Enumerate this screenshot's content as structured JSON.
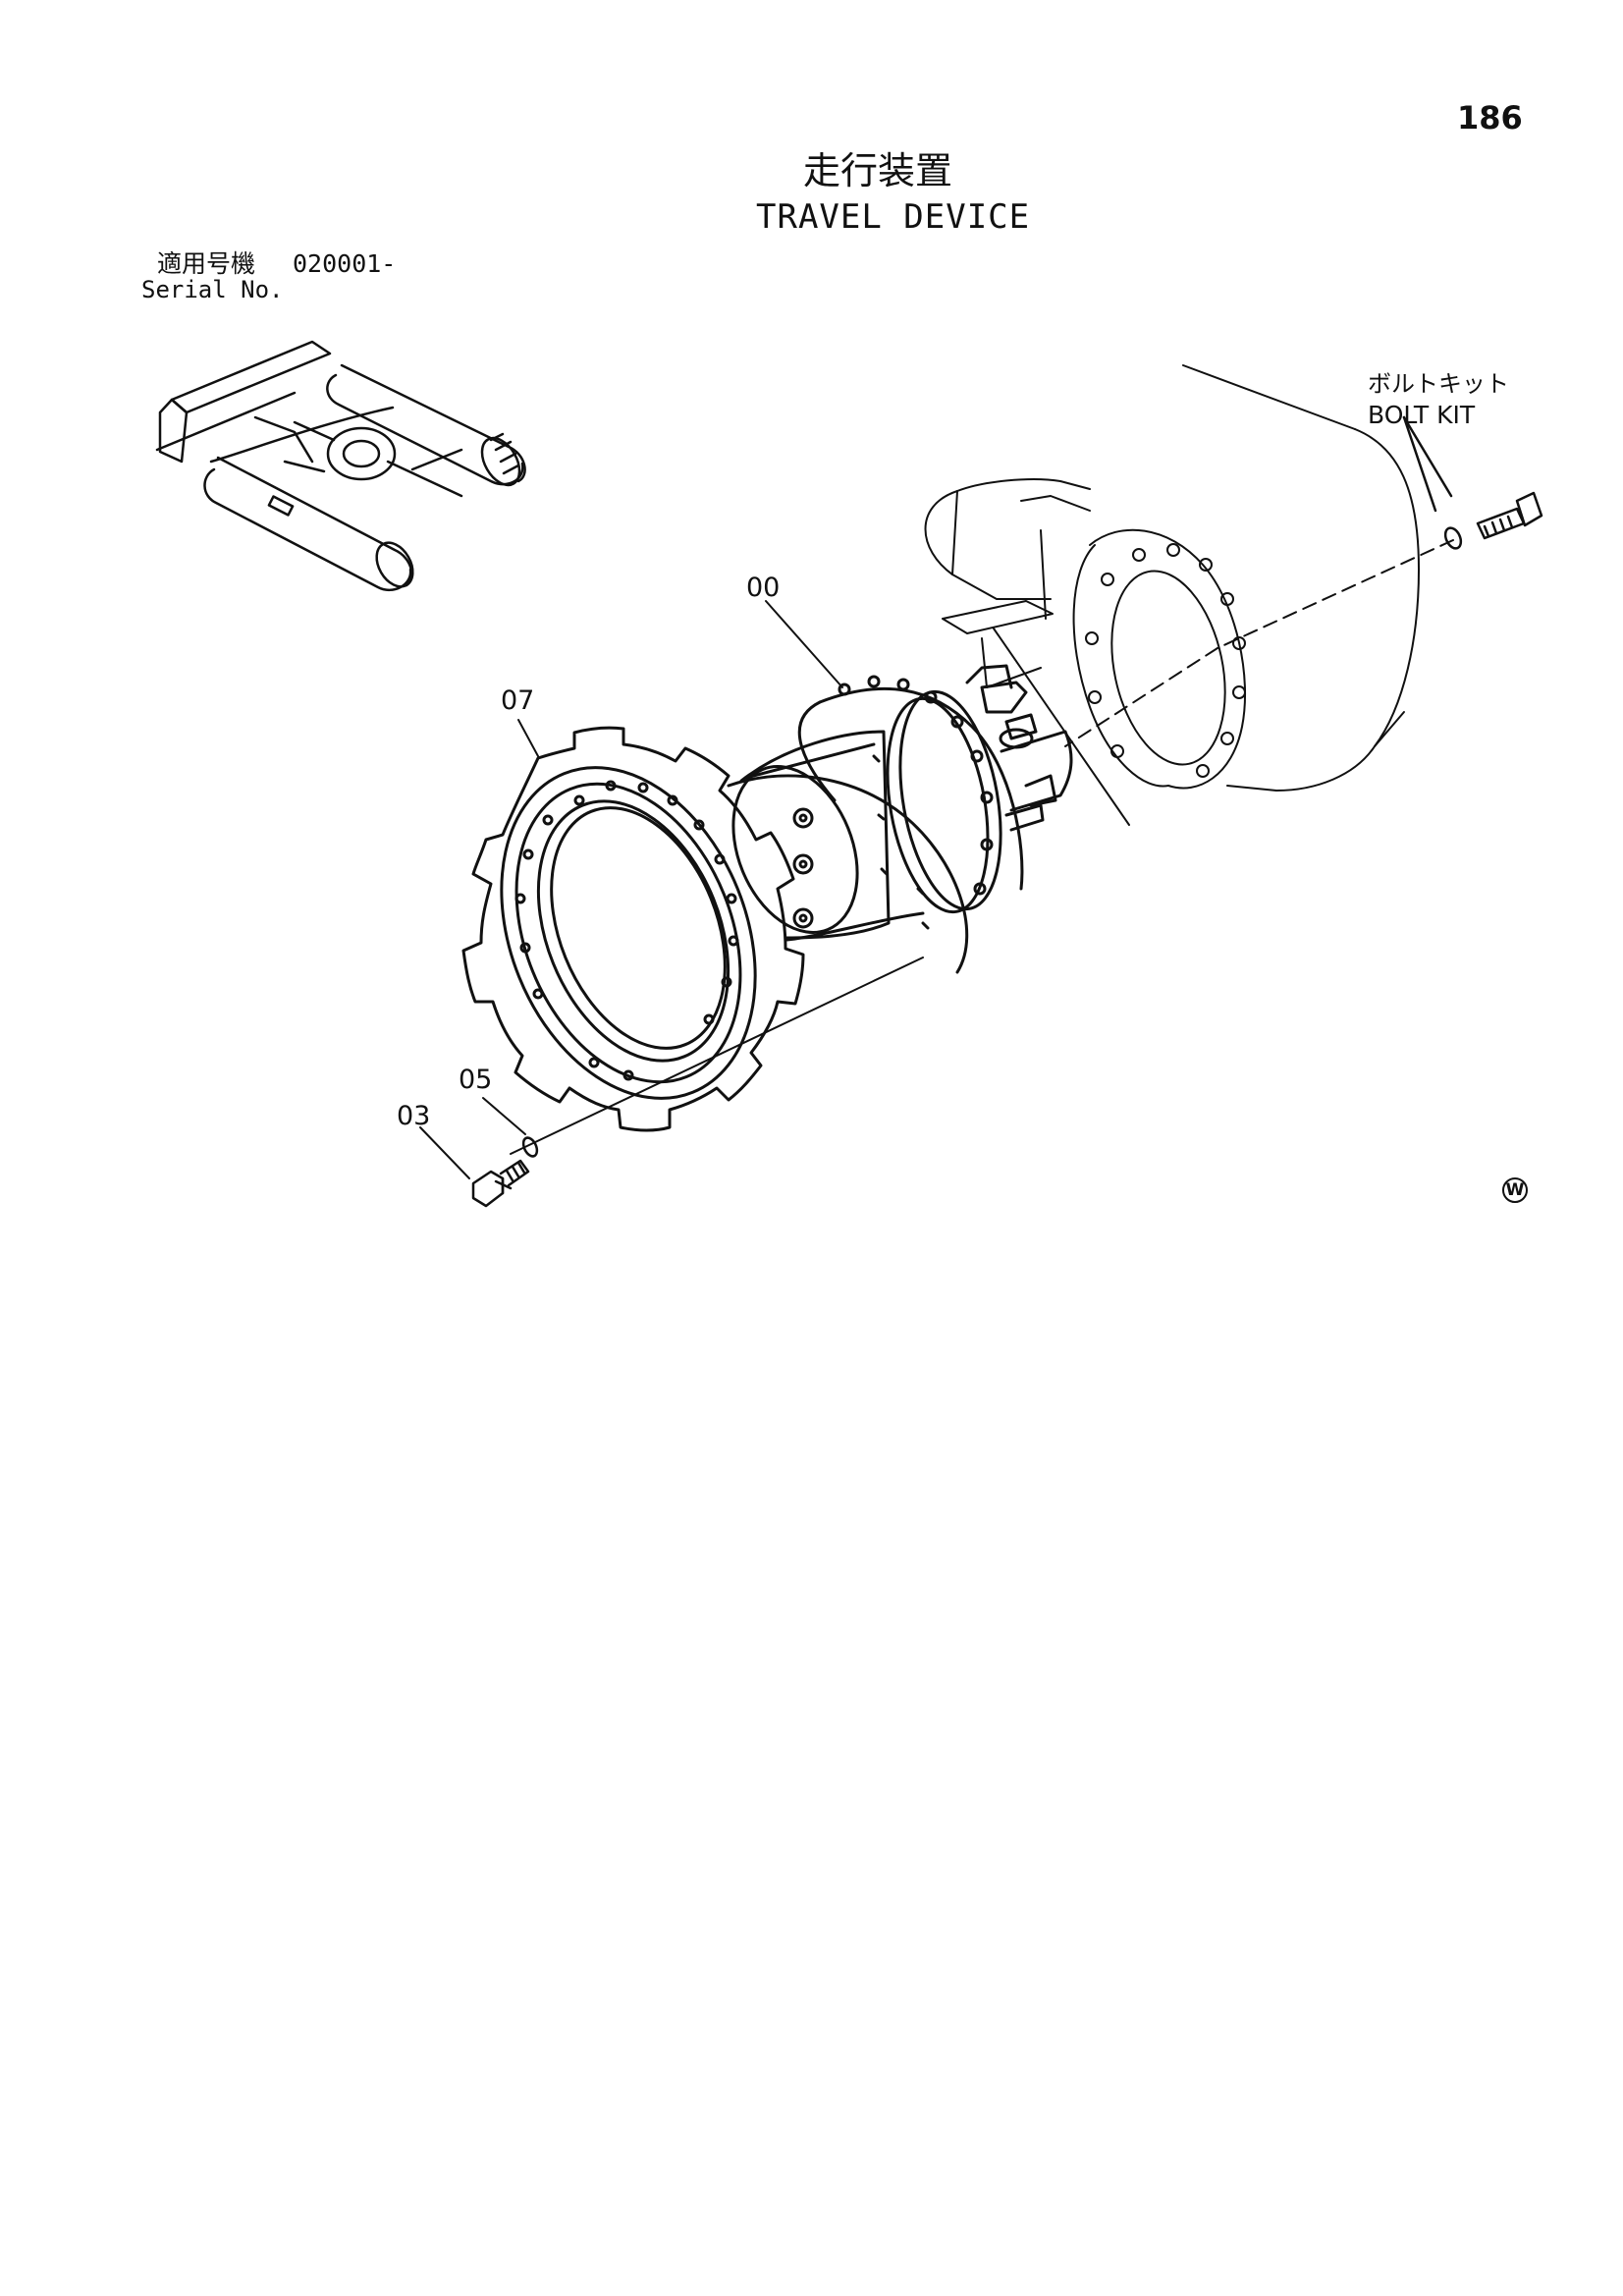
{
  "page": {
    "page_number": "186",
    "title_jp": "走行装置",
    "title_en": "TRAVEL DEVICE"
  },
  "serial": {
    "label_jp": "適用号機",
    "number": "020001-",
    "label_en": "Serial No."
  },
  "bolt_kit": {
    "label_jp": "ボルトキット",
    "label_en": "BOLT KIT"
  },
  "callouts": {
    "travel_motor": "00",
    "sprocket": "07",
    "washer": "05",
    "bolt": "03"
  },
  "marks": {
    "w_symbol": "W"
  },
  "icons": [
    "undercarriage-overview-icon",
    "track-frame-icon",
    "travel-motor-icon",
    "sprocket-icon",
    "bolt-icon",
    "washer-icon"
  ]
}
